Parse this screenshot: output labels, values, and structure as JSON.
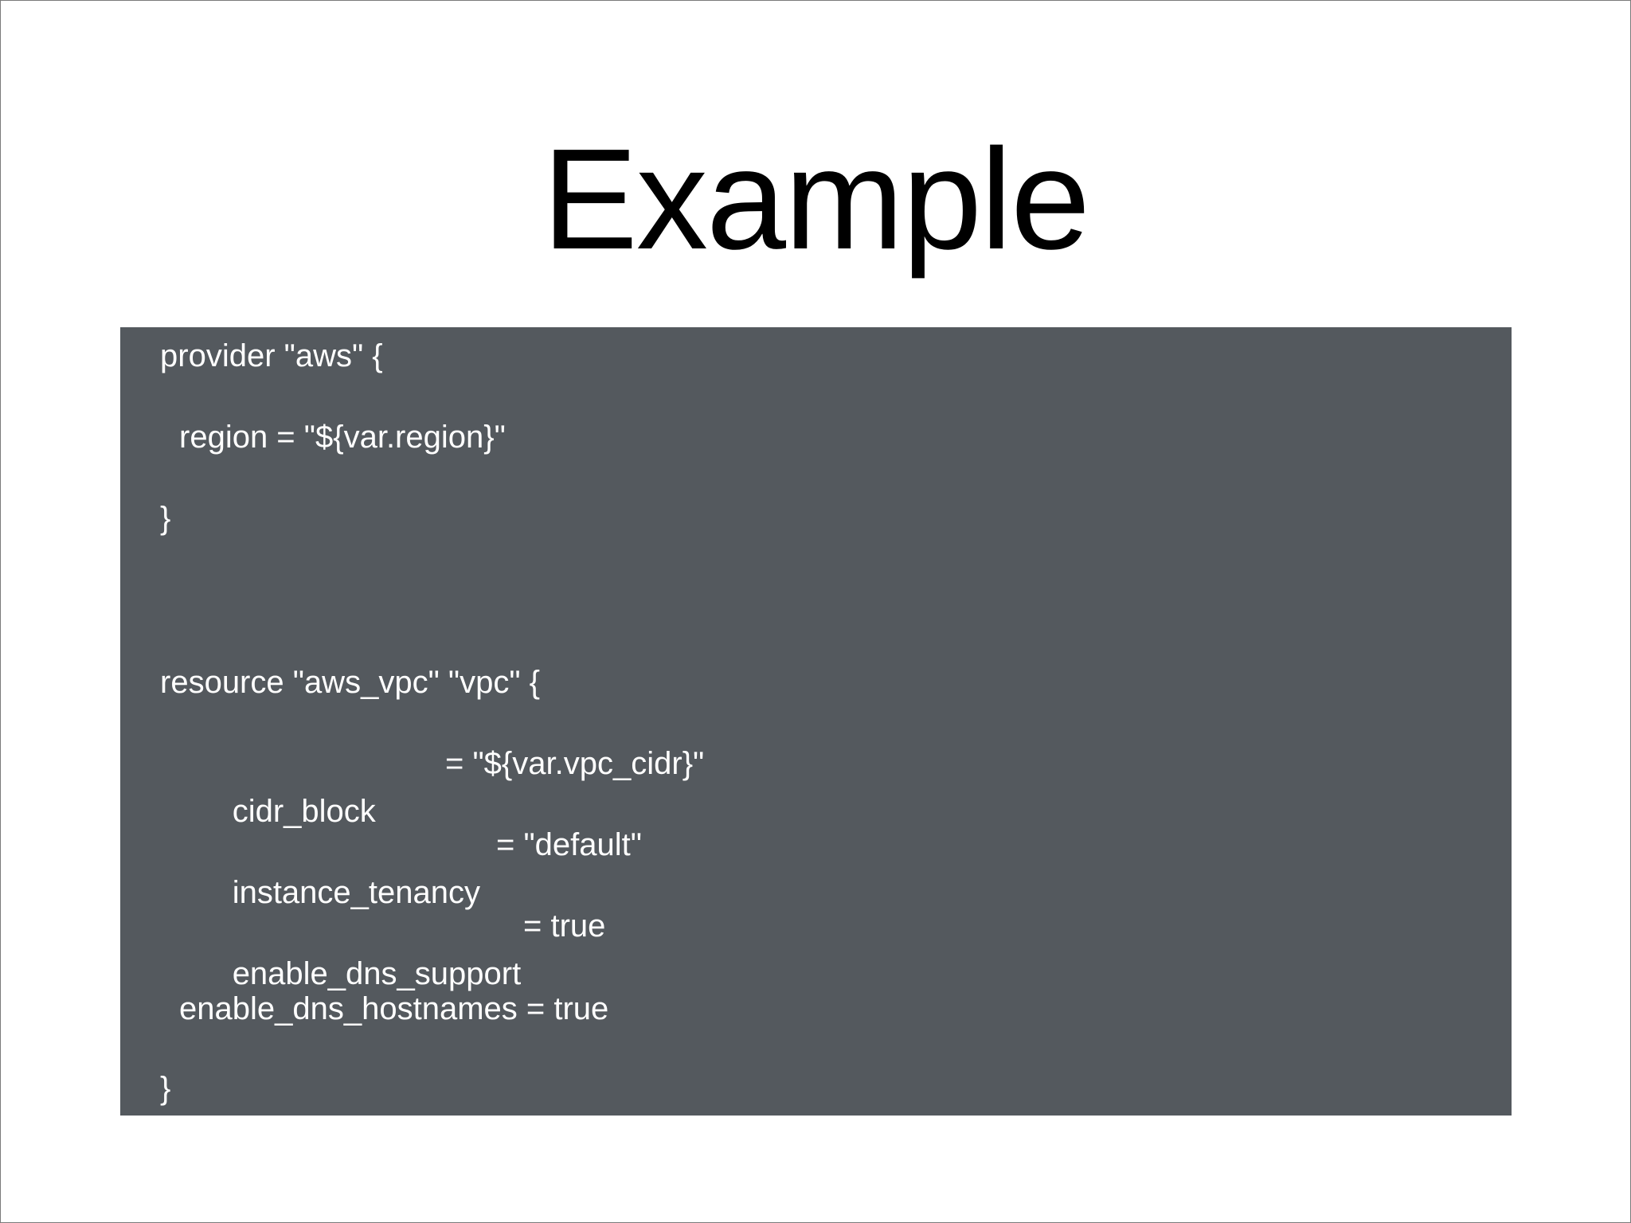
{
  "slide": {
    "title": "Example"
  },
  "code": {
    "line1": "provider \"aws\" {",
    "line2": "region = \"${var.region}\"",
    "line3": "}",
    "line4": "resource \"aws_vpc\" \"vpc\" {",
    "line5_key": "cidr_block",
    "line5_val": "= \"${var.vpc_cidr}\"",
    "line6_key": "instance_tenancy",
    "line6_val": "= \"default\"",
    "line7_key": "enable_dns_support",
    "line7_val": "= true",
    "line8": "enable_dns_hostnames = true",
    "line9": "}"
  }
}
